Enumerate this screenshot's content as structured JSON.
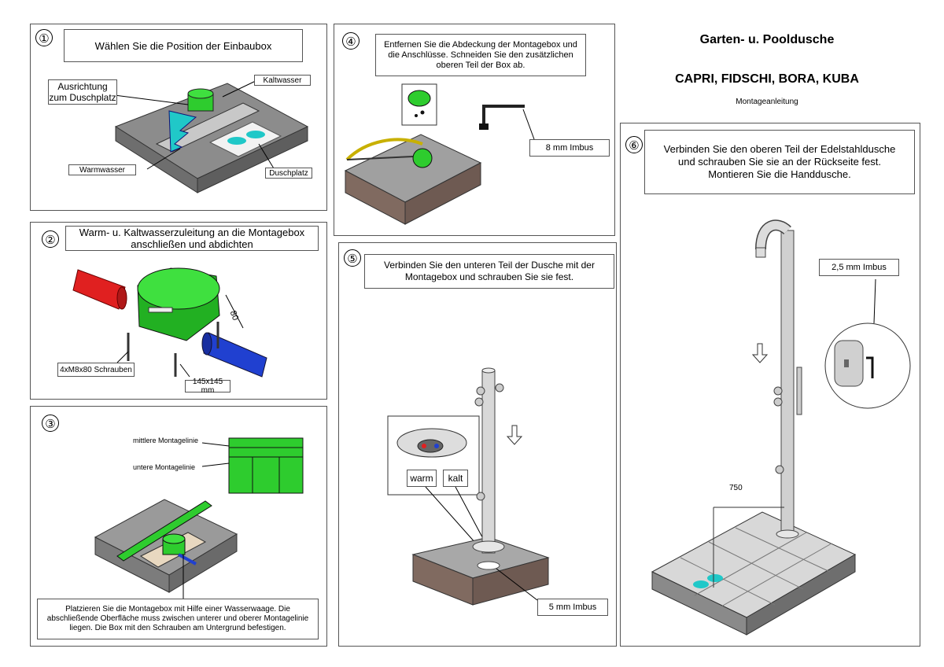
{
  "header": {
    "title": "Garten- u. Pooldusche",
    "models": "CAPRI, FIDSCHI, BORA, KUBA",
    "subtitle": "Montageanleitung"
  },
  "steps": [
    {
      "number": "①",
      "caption": "Wählen Sie die Position der Einbaubox",
      "labels": {
        "orientation": "Ausrichtung zum Duschplatz",
        "cold": "Kaltwasser",
        "warm": "Warmwasser",
        "shower_place": "Duschplatz"
      }
    },
    {
      "number": "②",
      "caption": "Warm- u. Kaltwasserzuleitung an die Montagebox anschließen und abdichten",
      "labels": {
        "screws": "4xM8x80 Schrauben",
        "size": "145x145 mm",
        "dim": "80"
      }
    },
    {
      "number": "③",
      "labels": {
        "middle_line": "mittlere Montagelinie",
        "lower_line": "untere Montagelinie"
      },
      "caption": "Platzieren Sie die Montagebox mit Hilfe einer Wasserwaage. Die abschließende Oberfläche muss zwischen unterer und oberer Montagelinie liegen. Die Box mit den Schrauben am Untergrund befestigen."
    },
    {
      "number": "④",
      "caption": "Entfernen Sie die Abdeckung der Montagebox und die Anschlüsse. Schneiden Sie den zusätzlichen oberen Teil der Box ab.",
      "labels": {
        "tool": "8 mm Imbus"
      }
    },
    {
      "number": "⑤",
      "caption": "Verbinden Sie den unteren Teil der Dusche mit der Montagebox und schrauben Sie sie fest.",
      "labels": {
        "warm": "warm",
        "cold": "kalt",
        "tool": "5 mm Imbus"
      }
    },
    {
      "number": "⑥",
      "caption": "Verbinden Sie den oberen Teil der Edelstahldusche und schrauben Sie sie an der Rückseite fest. Montieren Sie die Handdusche.",
      "labels": {
        "tool": "2,5 mm Imbus",
        "height": "750"
      }
    }
  ],
  "colors": {
    "box_green": "#2ecc2e",
    "pipe_red": "#e02020",
    "pipe_blue": "#2040d0",
    "footprint_cyan": "#20c8c8",
    "slab_gray": "#8c8c8c",
    "steel": "#d8d8d8"
  }
}
